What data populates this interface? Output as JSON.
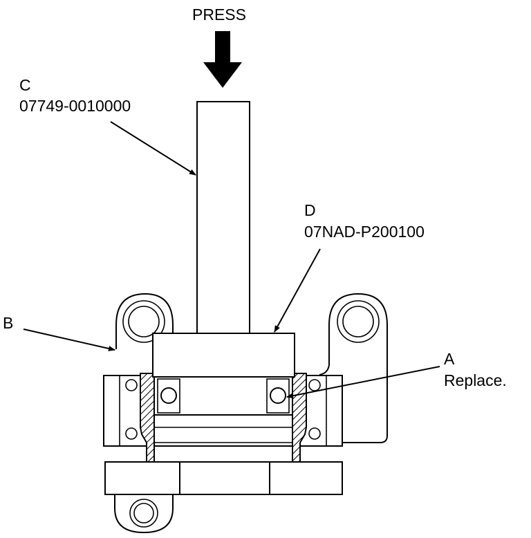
{
  "labels": {
    "press": "PRESS",
    "c_letter": "C",
    "c_part": "07749-0010000",
    "d_letter": "D",
    "d_part": "07NAD-P200100",
    "b_letter": "B",
    "a_letter": "A",
    "a_note": "Replace."
  }
}
